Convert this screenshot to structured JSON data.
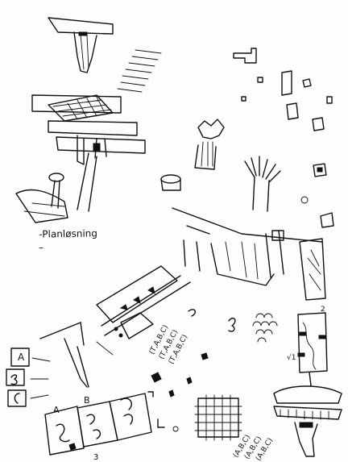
{
  "sheet": {
    "background": "#fdfdfb",
    "ink_color": "#111111"
  },
  "labels": {
    "planlosning": "-Planløsning",
    "dash": "–",
    "letter_a_box": "A",
    "letter_a_bottom": "A",
    "letter_b_bottom": "B",
    "number_3": "3",
    "formula_1": "(T,A,B,C)",
    "formula_2": "(T,A,B,C)",
    "formula_3": "(T,A,B,C)",
    "formula_4": "(A,B,C)",
    "formula_5": "(A,B,C)",
    "formula_6": "(A,B,C)",
    "number_2": "2",
    "check_mark": "√1"
  }
}
